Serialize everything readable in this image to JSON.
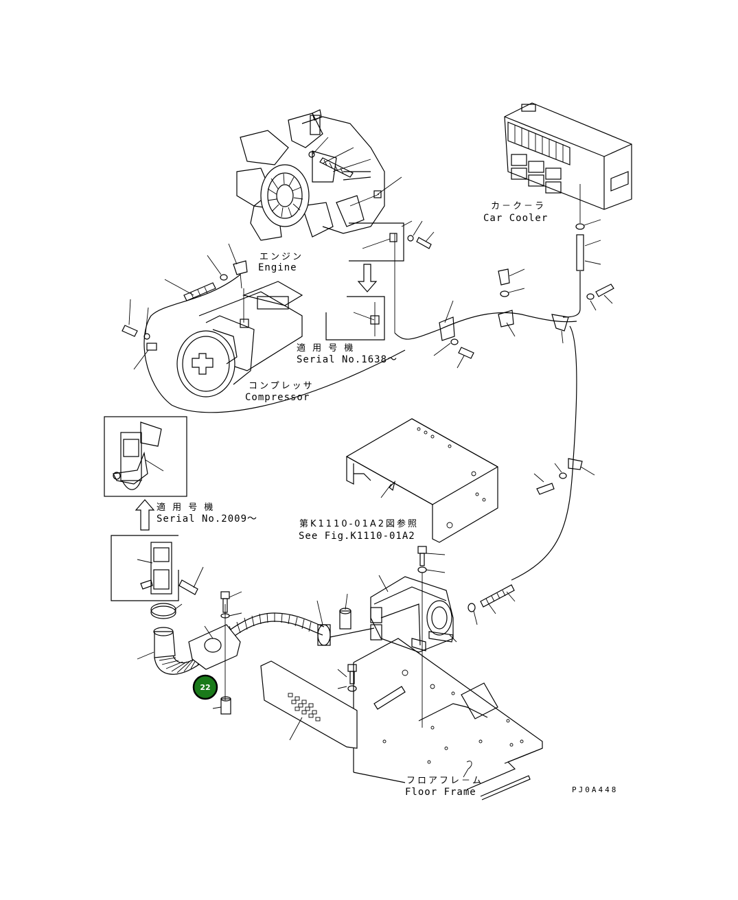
{
  "labels": {
    "engine_jp": "エンジン",
    "engine_en": "Engine",
    "car_cooler_jp": "カ－ク－ラ",
    "car_cooler_en": "Car Cooler",
    "serial_1638_jp": "適 用 号 機",
    "serial_1638_en": "Serial No.1638～",
    "compressor_jp": "コンプレッサ",
    "compressor_en": "Compressor",
    "serial_2009_jp": "適 用 号 機",
    "serial_2009_en": "Serial No.2009～",
    "see_fig_jp": "第K1110-01A2図参照",
    "see_fig_en": "See Fig.K1110-01A2",
    "floor_frame_jp": "フロアフレ－ム",
    "floor_frame_en": "Floor Frame",
    "drawing_code": "PJ0A448"
  },
  "callouts": [
    {
      "number": "22",
      "color": "#1a7a1a"
    }
  ],
  "colors": {
    "line": "#000000",
    "background": "#ffffff",
    "callout_fill": "#1a7a1a"
  }
}
